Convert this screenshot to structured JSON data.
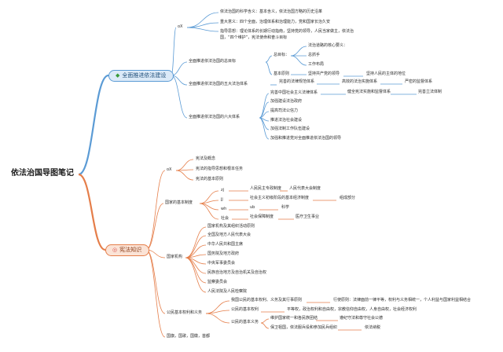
{
  "root": {
    "title": "依法治国导图笔记"
  },
  "branch1": {
    "label": "全面推进依法建设",
    "icon": "gem-icon",
    "color": "#5b9bd5",
    "nodes": {
      "ox": "oX",
      "ox_1": "依法治国的科学含义：基本含义，依法治国方略的历史沿革",
      "ox_2": "重大意义：四个全面，治理体系和治理能力，党和国家长治久安",
      "ox_3a": "指导思想：理论体系的长期行动指南，坚持党的领导，人民当家做主，依法治",
      "ox_3b": "国，“四个维护”，宪法使命和奋斗目标",
      "zmb": "全面推进依法治国的总目标",
      "zmb_1": "总目标：",
      "zmb_1a": "法治道路的核心要义：",
      "zmb_1b": "总抓手",
      "zmb_1c": "工作布局",
      "zmb_2": "基本原则",
      "zmb_2a": "坚持共产党的领导",
      "zmb_2b": "坚持人民的主体的地位",
      "wd": "全面推进依法治国的五大法治体系",
      "wd_1": "完善的法律规范体系",
      "wd_2": "高效的法治实施体系",
      "wd_3": "严密的监督体系",
      "ld": "全面推进依法治国的六大体系",
      "ld_1": "完善中国社会主义法律体系",
      "ld_1a": "健全宪法实施和监督体系",
      "ld_1b": "完善立法体制",
      "ld_2": "加强建设法治政府",
      "ld_3": "提高司法公信力",
      "ld_4": "推进法治社会建设",
      "ld_5": "加强法制工作队伍建设",
      "ld_6": "加强和推进党对全面推进依法治国的领导"
    }
  },
  "branch2": {
    "label": "宪法知识",
    "icon": "bell-icon",
    "color": "#e57e4a",
    "nodes": {
      "ox": "oX",
      "ox_1": "宪法及概念",
      "ox_2": "宪法的指导思想和根本任务",
      "ox_3": "宪法的基本原则",
      "jb": "国家的基本制度",
      "jb_zz": "zj",
      "jb_zz_1": "人民民主专政制度",
      "jb_zz_2": "人民代表大会制度",
      "jb_jj": "jj",
      "jb_jj_1": "社会主义初级阶段的基本经济制度",
      "jb_jj_2": "组成部分",
      "jb_wh": "wh",
      "jb_wh_1": "ub",
      "jb_wh_2": "科学",
      "jb_sh": "社会",
      "jb_sh_1": "社会保障制度",
      "jb_sh_2": "医疗卫生事业",
      "jg": "国家机构",
      "jg_1": "国家机构及其组织活动原则",
      "jg_2": "全国及地方人民代表大会",
      "jg_3": "中华人民共和国主席",
      "jg_4": "国务院及地方政府",
      "jg_5": "中央军事委员会",
      "jg_6": "民族自治地方及自治机关及自治权",
      "jg_7": "监察委员会",
      "jg_8": "人民法院及人民检察院",
      "ql": "公民基本权利和义务",
      "ql_1": "我国公民的基本权利、义务及其行事原则",
      "ql_1a": "行使原则：法律面前一律平等，权利与义务相统一，个人利益与国家利益相结合",
      "ql_2": "公民的基本权利",
      "ql_2a": "平等权，政治权利和自由权，宗教信仰自由权，人身自由权，社会经济权利",
      "ql_3": "公民的基本义务",
      "ql_3a": "维护国家统一和各民族团结",
      "ql_3b": "遵纪守法和尊守社会公德",
      "ql_3c": "保卫祖国，依法服兵役和参加民兵组织",
      "ql_3d": "依法纳税",
      "gq": "国旗，国歌，国徽，首都"
    }
  }
}
